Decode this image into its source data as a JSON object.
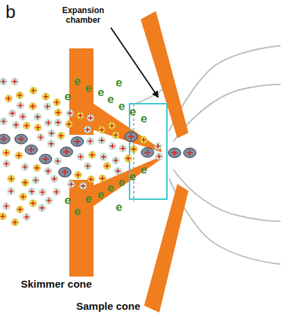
{
  "diagram": {
    "labels": [
      "b",
      "Expansion chamber",
      "Skimmer cone",
      "Sample cone",
      "e",
      "e",
      "e",
      "e",
      "e",
      "e",
      "e",
      "e",
      "e",
      "e",
      "e",
      "e",
      "e",
      "e",
      "e",
      "e",
      "e",
      "e"
    ]
  }
}
